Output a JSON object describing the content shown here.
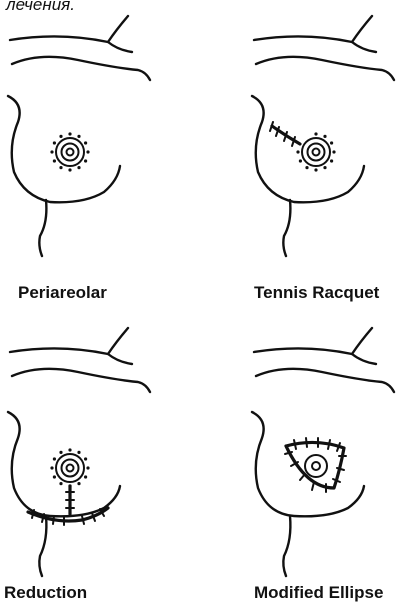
{
  "caption_fragment": "лечения.",
  "panels": [
    {
      "label": "Periareolar"
    },
    {
      "label": "Tennis Racquet"
    },
    {
      "label": "Reduction"
    },
    {
      "label": "Modified Ellipse"
    }
  ]
}
